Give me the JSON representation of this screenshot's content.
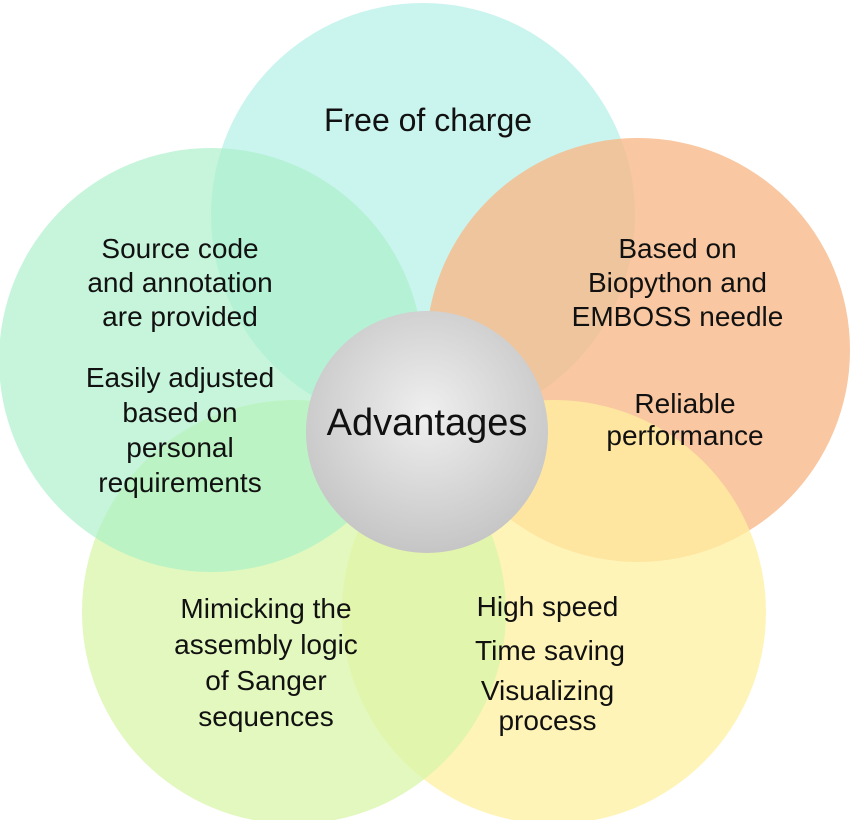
{
  "diagram": {
    "center": {
      "label": "Advantages",
      "color": "#d9d9d9"
    },
    "petals": [
      {
        "name": "top",
        "color": "#b8f0e8",
        "lines": [
          "Free of charge"
        ]
      },
      {
        "name": "right",
        "color": "#f8b98a",
        "lines": [
          "Based on",
          "Biopython and",
          "EMBOSS needle"
        ],
        "sub_lines": [
          "Reliable",
          "performance"
        ]
      },
      {
        "name": "bottom-right",
        "color": "#fff0a0",
        "lines": [
          "High speed"
        ],
        "sub_lines": [
          "Time saving"
        ],
        "sub_lines2": [
          "Visualizing",
          "process"
        ]
      },
      {
        "name": "bottom-left",
        "color": "#d8f5a8",
        "lines": [
          "Mimicking the",
          "assembly logic",
          "of Sanger",
          "sequences"
        ]
      },
      {
        "name": "left",
        "color": "#a8f0c8",
        "lines": [
          "Source code",
          "and annotation",
          "are provided"
        ],
        "sub_lines": [
          "Easily adjusted",
          "based on",
          "personal",
          "requirements"
        ]
      }
    ]
  }
}
